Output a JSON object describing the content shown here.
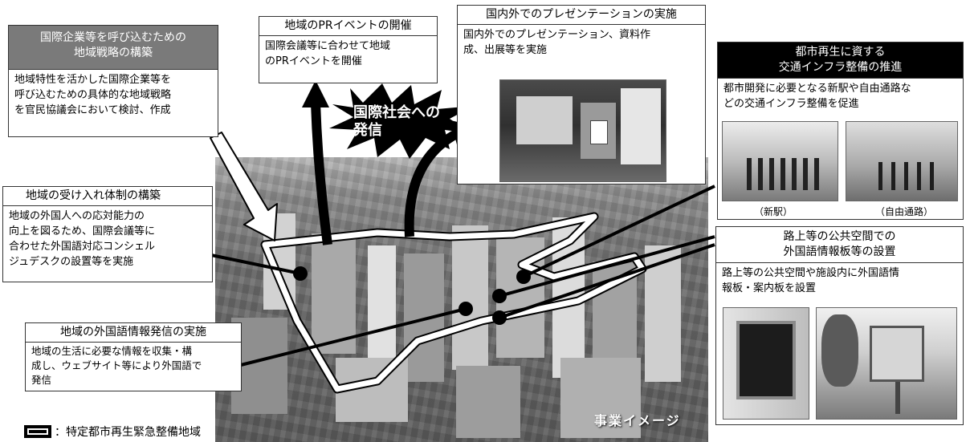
{
  "boxes": {
    "strategy": {
      "title_line1": "国際企業等を呼び込むための",
      "title_line2": "地域戦略の構築",
      "body_line1": "地域特性を活かした国際企業等を",
      "body_line2": "呼び込むための具体的な地域戦略",
      "body_line3": "を官民協議会において検討、作成"
    },
    "pr_event": {
      "title": "地域のPRイベントの開催",
      "body_line1": "国際会議等に合わせて地域",
      "body_line2": "のPRイベントを開催"
    },
    "presentation": {
      "title": "国内外でのプレゼンテーションの実施",
      "body_line1": "国内外でのプレゼンテーション、資料作",
      "body_line2": "成、出展等を実施"
    },
    "transport": {
      "title_line1": "都市再生に資する",
      "title_line2": "交通インフラ整備の推進",
      "body_line1": "都市開発に必要となる新駅や自由通路な",
      "body_line2": "どの交通インフラ整備を促進",
      "caption_station": "（新駅）",
      "caption_passage": "（自由通路）"
    },
    "reception": {
      "title": "地域の受け入れ体制の構築",
      "body_line1": "地域の外国人への応対能力の",
      "body_line2": "向上を図るため、国際会議等に",
      "body_line3": "合わせた外国語対応コンシェル",
      "body_line4": "ジュデスクの設置等を実施"
    },
    "signage": {
      "title_line1": "路上等の公共空間での",
      "title_line2": "外国語情報板等の設置",
      "body_line1": "路上等の公共空間や施設内に外国語情",
      "body_line2": "報板・案内板を設置"
    },
    "info": {
      "title": "地域の外国語情報発信の実施",
      "body_line1": "地域の生活に必要な情報を収集・構",
      "body_line2": "成し、ウェブサイト等により外国語で",
      "body_line3": "発信"
    }
  },
  "burst": {
    "line1": "国際社会への",
    "line2": "発信"
  },
  "image_label": "事業イメージ",
  "legend": {
    "text": "：特定都市再生緊急整備地域"
  },
  "colors": {
    "strategy_header": "#7a7a7a",
    "transport_header": "#000000",
    "outline": "#ffffff"
  }
}
